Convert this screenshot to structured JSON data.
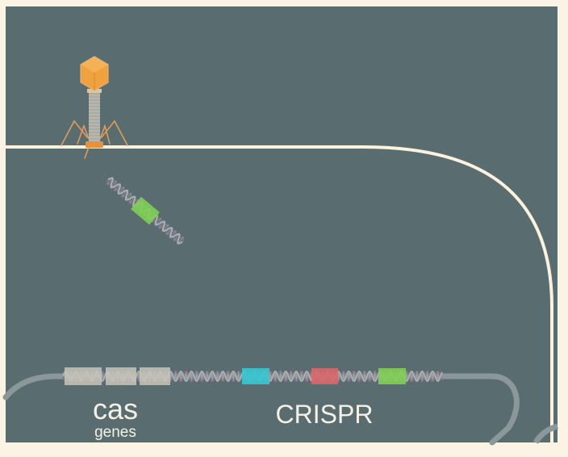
{
  "colors": {
    "frame": "#fbf3e3",
    "cell_interior": "#596d71",
    "membrane": "#fbf1dc",
    "chromosome": "#8b9799",
    "phage_head": "#f0a23e",
    "phage_tail": "#c9c4b6",
    "dna_strand_a": "#8a6f8f",
    "dna_strand_b": "#a9b3ad",
    "cas_gene": "#c7c4ba",
    "spacer_cyan": "#36c7d2",
    "spacer_red": "#d8676a",
    "spacer_green": "#7fcf55",
    "injected_spacer": "#7fcf55"
  },
  "icons": [
    "bacteriophage-icon",
    "dna-helix-icon"
  ],
  "labels": {
    "cas": "cas",
    "genes": "genes",
    "crispr": "CRISPR"
  }
}
